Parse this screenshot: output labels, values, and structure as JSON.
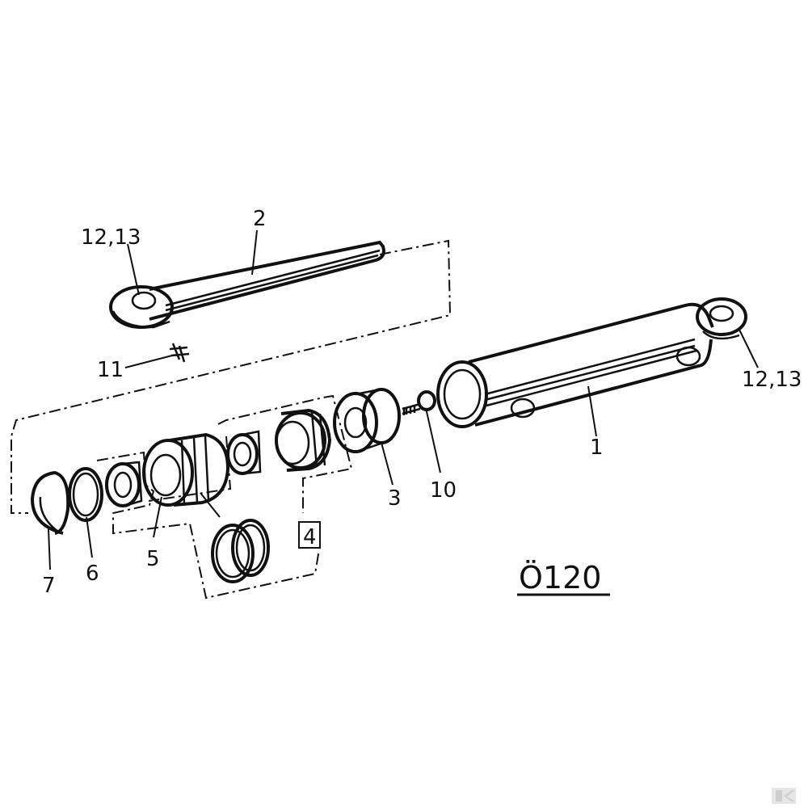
{
  "diagram": {
    "code": "Ö120",
    "callouts": {
      "c1": "1",
      "c2": "2",
      "c3": "3",
      "c4": "4",
      "c5": "5",
      "c6": "6",
      "c7": "7",
      "c10": "10",
      "c11": "11",
      "c12_13_top": "12,13",
      "c12_13_right": "12,13"
    }
  }
}
